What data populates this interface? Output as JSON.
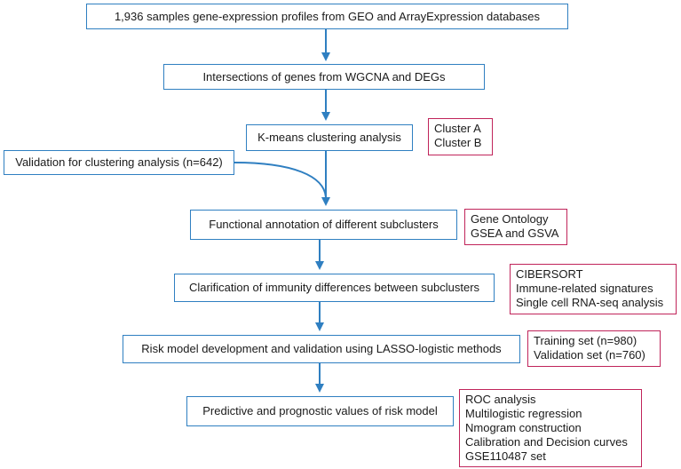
{
  "steps": [
    "1,936 samples  gene-expression profiles from GEO and ArrayExpression databases",
    "Intersections of genes from WGCNA and DEGs",
    "K-means clustering analysis",
    "Validation for clustering analysis (n=642)",
    "Functional annotation of different subclusters",
    "Clarification of immunity differences between subclusters",
    "Risk model development and validation using LASSO-logistic methods",
    "Predictive and prognostic values of risk model"
  ],
  "notes": {
    "clusters": [
      "Cluster A",
      "Cluster B"
    ],
    "functional": [
      "Gene Ontology",
      "GSEA and GSVA"
    ],
    "immunity": [
      "CIBERSORT",
      "Immune-related signatures",
      "Single cell RNA-seq analysis"
    ],
    "risk_model": [
      "Training set (n=980)",
      "Validation set (n=760)"
    ],
    "predictive": [
      "ROC analysis",
      "Multilogistic regression",
      "Nmogram construction",
      "Calibration and Decision curves",
      "GSE110487 set"
    ]
  },
  "colors": {
    "flow_box": "#2f7fc1",
    "note_box": "#c0245a",
    "arrow": "#2f7fc1"
  }
}
